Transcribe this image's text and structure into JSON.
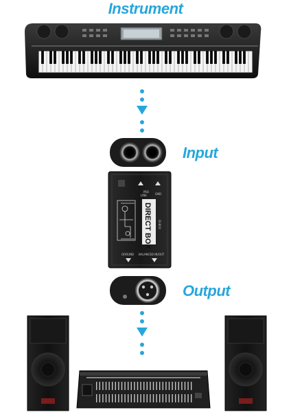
{
  "labels": {
    "instrument": "Instrument",
    "input": "Input",
    "output": "Output"
  },
  "direct_box": {
    "title": "DIRECT BOX",
    "model": "DI-BOX",
    "top_labels": [
      "PAD",
      "LINE",
      "GND"
    ],
    "bottom_left": "GROUND",
    "bottom_right": "BALANCED IN/OUT"
  },
  "colors": {
    "accent": "#27a6dc",
    "device": "#1c1c1c"
  }
}
